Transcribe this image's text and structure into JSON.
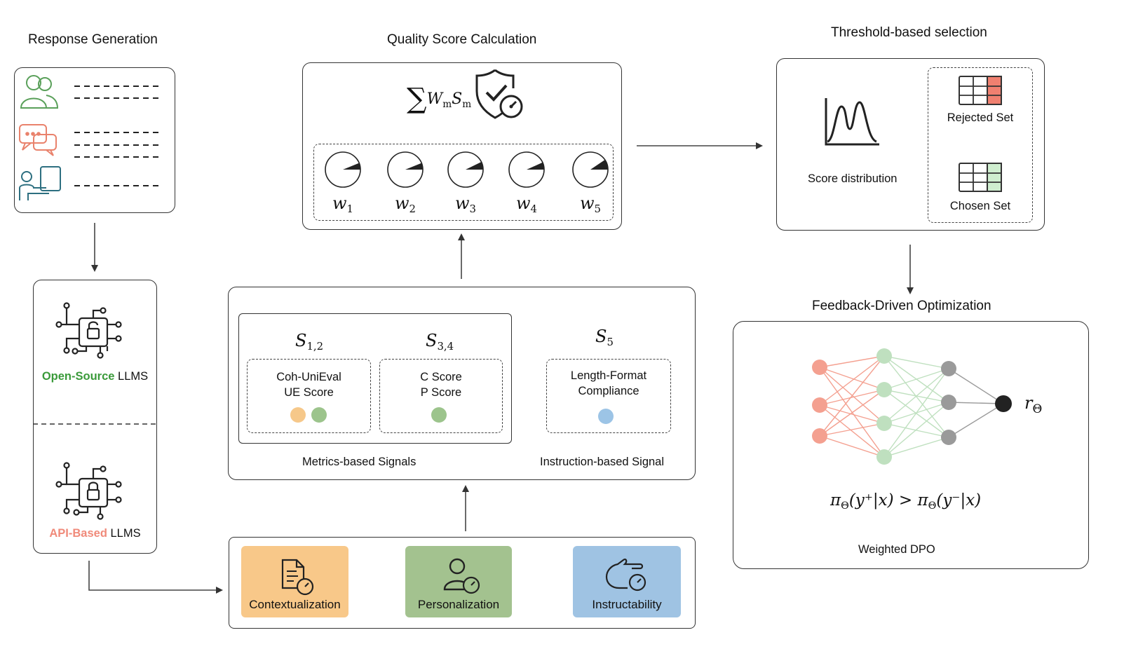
{
  "sections": {
    "response_generation": "Response Generation",
    "quality_score": "Quality Score Calculation",
    "threshold": "Threshold-based selection",
    "feedback": "Feedback-Driven Optimization"
  },
  "llms": {
    "open_source_highlight": "Open-Source",
    "open_source_suffix": " LLMS",
    "api_highlight": "API-Based",
    "api_suffix": " LLMS"
  },
  "quality": {
    "formula_sum": "∑",
    "formula_W": "W",
    "formula_Wsub": "m",
    "formula_S": "S",
    "formula_Ssub": "m",
    "weights": [
      {
        "base": "w",
        "sub": "1"
      },
      {
        "base": "w",
        "sub": "2"
      },
      {
        "base": "w",
        "sub": "3"
      },
      {
        "base": "w",
        "sub": "4"
      },
      {
        "base": "w",
        "sub": "5"
      }
    ]
  },
  "signals": {
    "s12": {
      "base": "S",
      "sub": "1,2"
    },
    "s34": {
      "base": "S",
      "sub": "3,4"
    },
    "s5": {
      "base": "S",
      "sub": "5"
    },
    "box1_line1": "Coh-UniEval",
    "box1_line2": "UE Score",
    "box2_line1": "C Score",
    "box2_line2": "P Score",
    "box3_line1": "Length-Format",
    "box3_line2": "Compliance",
    "metrics_label": "Metrics-based Signals",
    "instruction_label": "Instruction-based Signal"
  },
  "dimensions": {
    "contextualization": "Contextualization",
    "personalization": "Personalization",
    "instructability": "Instructability"
  },
  "threshold": {
    "score_distribution": "Score distribution",
    "rejected": "Rejected Set",
    "chosen": "Chosen Set"
  },
  "dpo": {
    "r_theta_base": "r",
    "r_theta_sub": "Θ",
    "inequality": "π_Θ(y⁺|x) > π_Θ(y⁻|x)",
    "pi": "π",
    "theta": "Θ",
    "left_arg": "(y⁺|x)",
    "gt": " > ",
    "right_arg": "(y⁻|x)",
    "label": "Weighted DPO"
  },
  "colors": {
    "open_source": "#3a9a3a",
    "api_based": "#f08a7a",
    "context_card": "#f8c889",
    "persona_card": "#a3c28f",
    "instruct_card": "#9fc3e3",
    "dot_orange": "#f6c88a",
    "dot_green": "#9cc48c",
    "dot_blue": "#9cc4e6",
    "nn_input": "#f4a090",
    "nn_hidden1": "#bfe0bf",
    "nn_hidden2": "#9a9a9a",
    "nn_output": "#222222",
    "rejected_cell": "#f08070",
    "chosen_cell": "#cfeecf"
  },
  "icons": [
    "users-icon",
    "chat-bubbles-icon",
    "presenter-icon",
    "circuit-unlock-icon",
    "circuit-lock-icon",
    "shield-check-icon",
    "gauge-icon",
    "document-gauge-icon",
    "person-gauge-icon",
    "hand-gauge-icon",
    "bimodal-chart-icon",
    "table-icon",
    "neural-network-icon"
  ]
}
